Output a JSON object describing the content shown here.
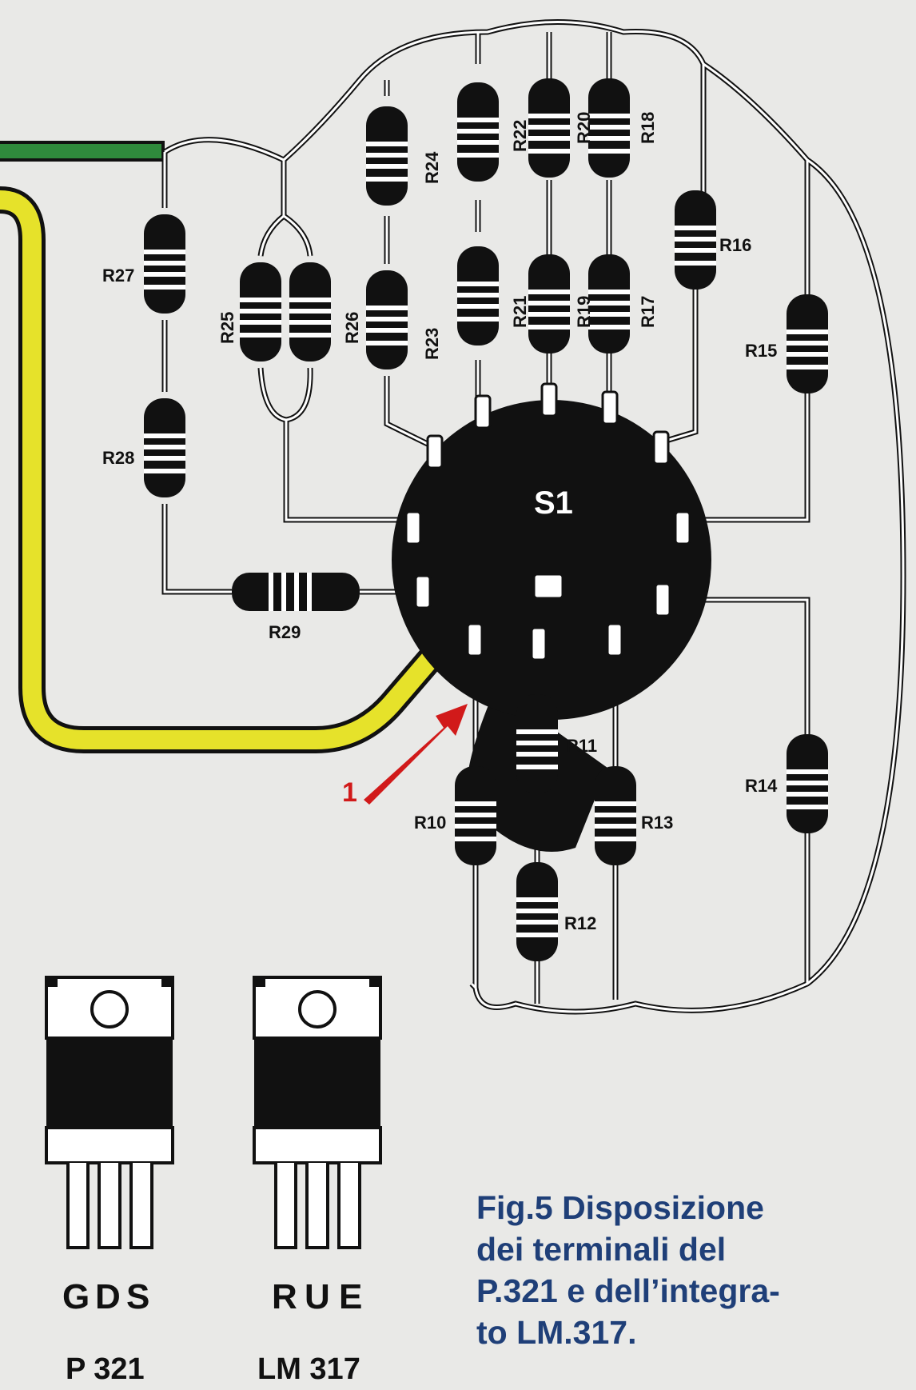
{
  "switch_label": "S1",
  "arrow_label": "1",
  "resistors": [
    {
      "id": "R10",
      "label": "R10"
    },
    {
      "id": "R11",
      "label": "R11"
    },
    {
      "id": "R12",
      "label": "R12"
    },
    {
      "id": "R13",
      "label": "R13"
    },
    {
      "id": "R14",
      "label": "R14"
    },
    {
      "id": "R15",
      "label": "R15"
    },
    {
      "id": "R16",
      "label": "R16"
    },
    {
      "id": "R17",
      "label": "R17"
    },
    {
      "id": "R18",
      "label": "R18"
    },
    {
      "id": "R19",
      "label": "R19"
    },
    {
      "id": "R20",
      "label": "R20"
    },
    {
      "id": "R21",
      "label": "R21"
    },
    {
      "id": "R22",
      "label": "R22"
    },
    {
      "id": "R23",
      "label": "R23"
    },
    {
      "id": "R24",
      "label": "R24"
    },
    {
      "id": "R25",
      "label": "R25"
    },
    {
      "id": "R26",
      "label": "R26"
    },
    {
      "id": "R27",
      "label": "R27"
    },
    {
      "id": "R28",
      "label": "R28"
    },
    {
      "id": "R29",
      "label": "R29"
    }
  ],
  "packages": [
    {
      "name": "P 321",
      "pins": [
        "G",
        "D",
        "S"
      ]
    },
    {
      "name": "LM 317",
      "pins": [
        "R",
        "U",
        "E"
      ]
    }
  ],
  "caption": {
    "lines": [
      "Fig.5 Disposizione",
      "dei terminali del",
      "P.321 e dell’integra-",
      "to LM.317."
    ]
  },
  "colors": {
    "background": "#e9e9e7",
    "component": "#111111",
    "wire": "#ffffff",
    "green_wire": "#2f8a3c",
    "yellow_wire": "#e6e22a",
    "arrow": "#d11a1a",
    "caption": "#1f3f78"
  }
}
